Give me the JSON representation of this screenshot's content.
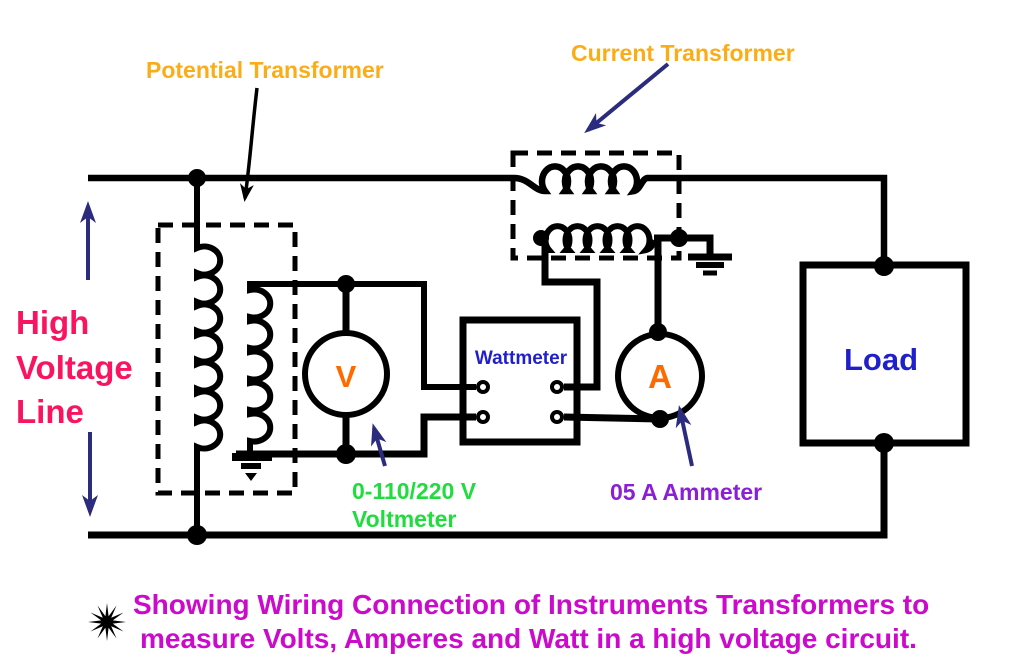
{
  "labels": {
    "potential_transformer": "Potential Transformer",
    "current_transformer": "Current Transformer",
    "high_voltage_line": {
      "word1": "High",
      "word2": "Voltage",
      "word3": "Line"
    },
    "wattmeter": "Wattmeter",
    "load": "Load",
    "voltmeter_symbol": "V",
    "ammeter_symbol": "A",
    "voltmeter_note_line1": "0-110/220 V",
    "voltmeter_note_line2": "Voltmeter",
    "ammeter_note": "05 A Ammeter"
  },
  "caption": {
    "line1": "Showing Wiring Connection of Instruments Transformers to",
    "line2": "measure Volts, Amperes and Watt in a high voltage circuit."
  },
  "colors": {
    "transformer_label": "#FBAD18",
    "hv_line_label": "#F8145E",
    "meter_text": "#1F1FCC",
    "symbol_text": "#FF6A00",
    "voltmeter_note": "#21DC3E",
    "ammeter_note": "#8B1FD6",
    "caption": "#CC0ACC",
    "annotation_arrow": "#2C2C7E",
    "wire": "#000000"
  }
}
